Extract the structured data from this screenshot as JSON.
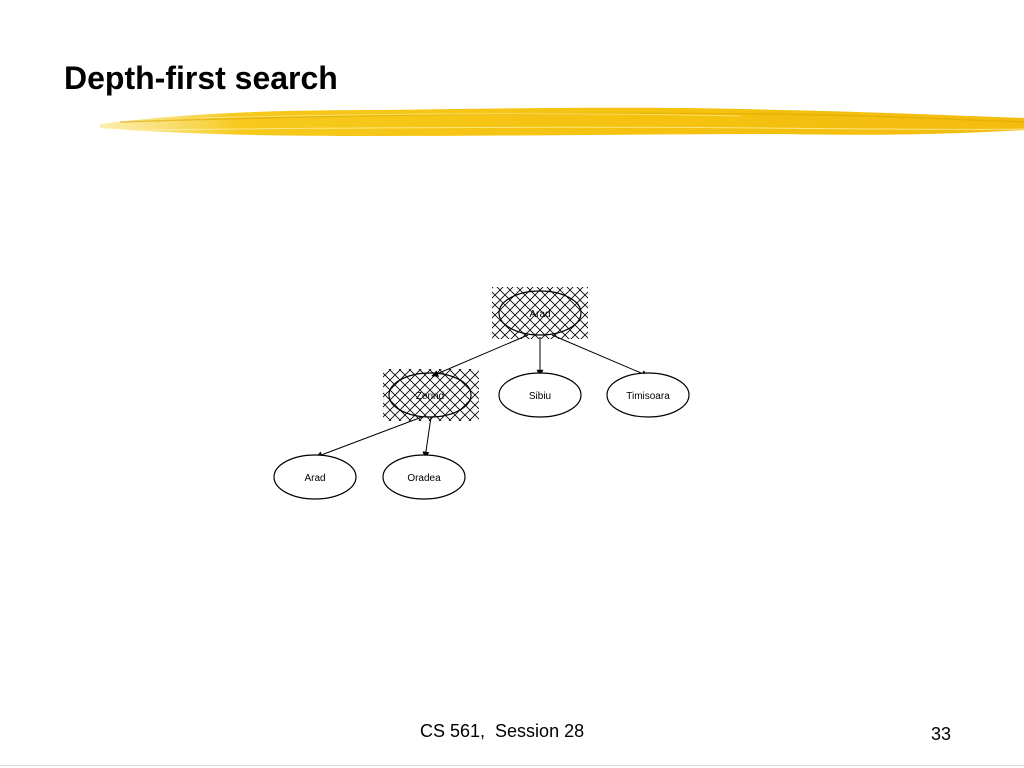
{
  "slide": {
    "title": "Depth-first search",
    "footer_text": "CS 561,  Session 28",
    "page_number": "33",
    "accent_color": "#f5c518"
  },
  "tree": {
    "nodes": [
      {
        "id": "arad-root",
        "label": "Arad",
        "hatched": true
      },
      {
        "id": "zerind",
        "label": "Zerind",
        "hatched": true
      },
      {
        "id": "sibiu",
        "label": "Sibiu",
        "hatched": false
      },
      {
        "id": "timisoara",
        "label": "Timisoara",
        "hatched": false
      },
      {
        "id": "arad-leaf",
        "label": "Arad",
        "hatched": false
      },
      {
        "id": "oradea",
        "label": "Oradea",
        "hatched": false
      }
    ],
    "edges": [
      {
        "from": "arad-root",
        "to": "zerind"
      },
      {
        "from": "arad-root",
        "to": "sibiu"
      },
      {
        "from": "arad-root",
        "to": "timisoara"
      },
      {
        "from": "zerind",
        "to": "arad-leaf"
      },
      {
        "from": "zerind",
        "to": "oradea"
      }
    ]
  }
}
